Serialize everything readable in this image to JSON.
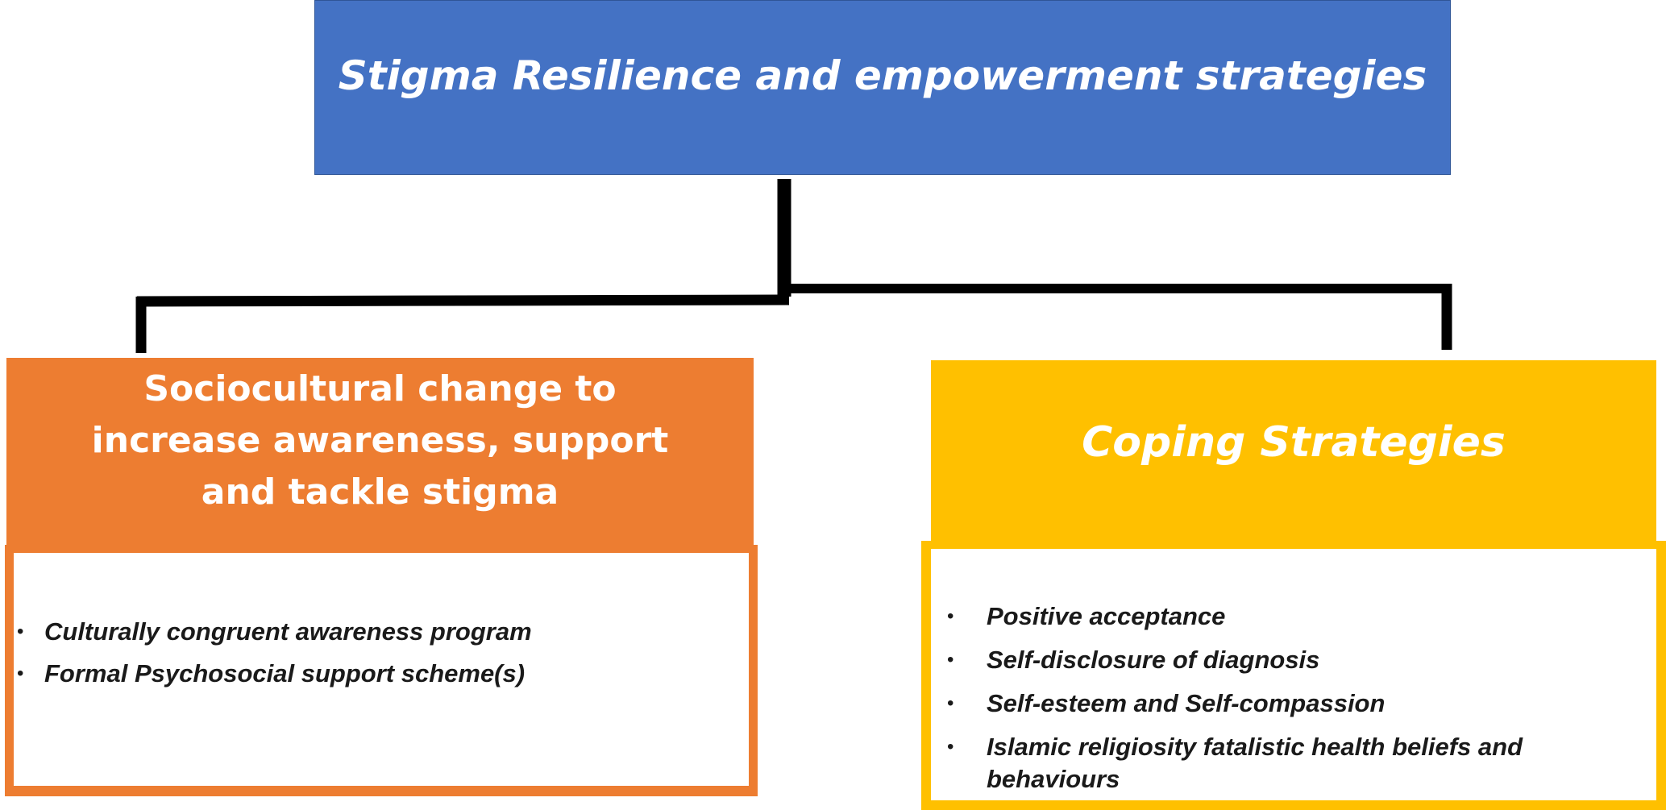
{
  "root": {
    "title": "Stigma Resilience and empowerment strategies"
  },
  "branches": [
    {
      "title": "Sociocultural change to increase awareness, support and tackle stigma",
      "color": "#ED7D31",
      "items": [
        "Culturally congruent awareness program",
        "Formal Psychosocial support scheme(s)"
      ]
    },
    {
      "title": "Coping Strategies",
      "color": "#FFC000",
      "items": [
        "Positive acceptance",
        "Self-disclosure of diagnosis",
        "Self-esteem and Self-compassion",
        "Islamic religiosity fatalistic health beliefs and behaviours"
      ]
    }
  ],
  "colors": {
    "root": "#4472C4",
    "connector": "#000000"
  },
  "icons": {
    "bullet": "bullet-dot-icon"
  }
}
